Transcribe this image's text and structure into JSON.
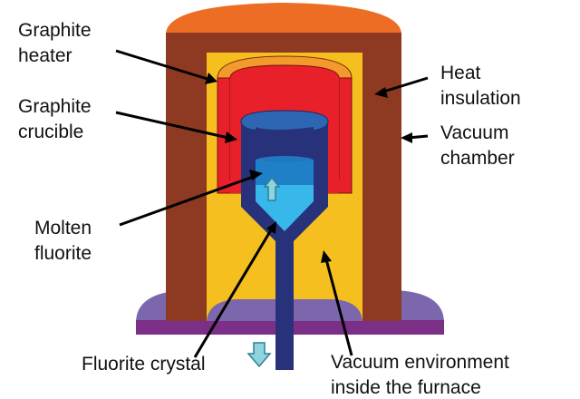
{
  "labels": {
    "graphite_heater": [
      "Graphite",
      "heater"
    ],
    "graphite_crucible": [
      "Graphite",
      "crucible"
    ],
    "molten_fluorite": [
      "Molten",
      "fluorite"
    ],
    "fluorite_crystal": "Fluorite crystal",
    "heat_insulation": [
      "Heat",
      "insulation"
    ],
    "vacuum_chamber": [
      "Vacuum",
      "chamber"
    ],
    "vacuum_environment": [
      "Vacuum environment",
      "inside the furnace"
    ]
  },
  "colors": {
    "dome": "#ec6d23",
    "chamber_wall": "#8e3a22",
    "insulation": "#f5c01f",
    "heater": "#e8202a",
    "heater_top": "#f39a2c",
    "crucible_wall": "#27327a",
    "crucible_rim": "#2d67b3",
    "melt": "#1f80c8",
    "crystal": "#38b8ea",
    "base_plate": "#7b2f86",
    "base_dome": "#7c67ad",
    "arrow_fill": "#8fd3df",
    "arrow_stroke": "#2f7f95",
    "leader_line": "#000000"
  }
}
